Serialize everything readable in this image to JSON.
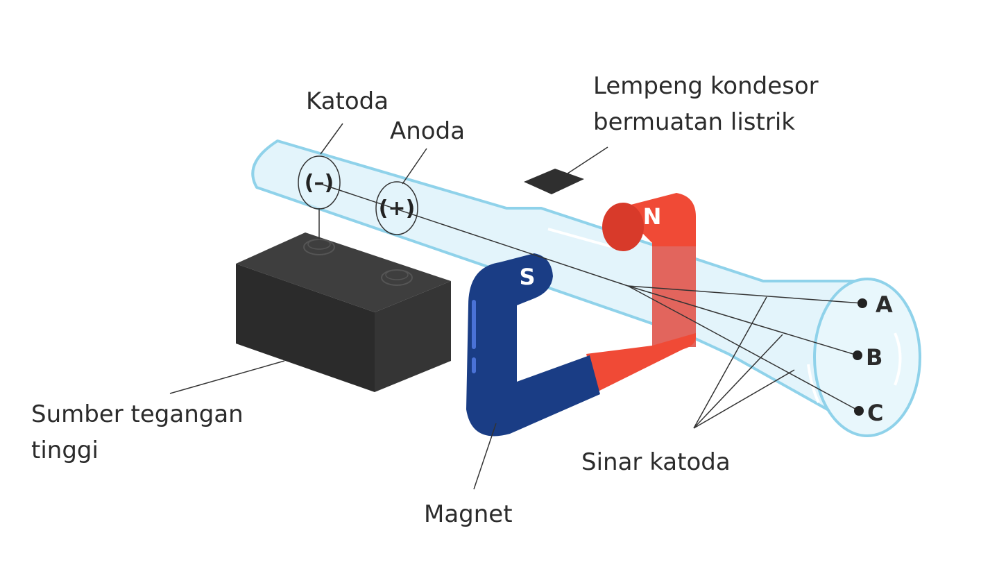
{
  "labels": {
    "cathode": "Katoda",
    "anode": "Anoda",
    "plate_line1": "Lempeng kondesor",
    "plate_line2": "bermuatan listrik",
    "source_line1": "Sumber tegangan",
    "source_line2": "tinggi",
    "magnet": "Magnet",
    "rays": "Sinar katoda"
  },
  "signs": {
    "cathode": "(–)",
    "anode": "(+)"
  },
  "poles": {
    "north": "N",
    "south": "S"
  },
  "screen_points": [
    "A",
    "B",
    "C"
  ],
  "colors": {
    "tube_fill": "#e3f4fb",
    "tube_stroke": "#8fd2ea",
    "north": "#f04a36",
    "north_face": "#e2655d",
    "south": "#1a3d85",
    "battery": "#333333",
    "plate": "#2f2f2f"
  }
}
